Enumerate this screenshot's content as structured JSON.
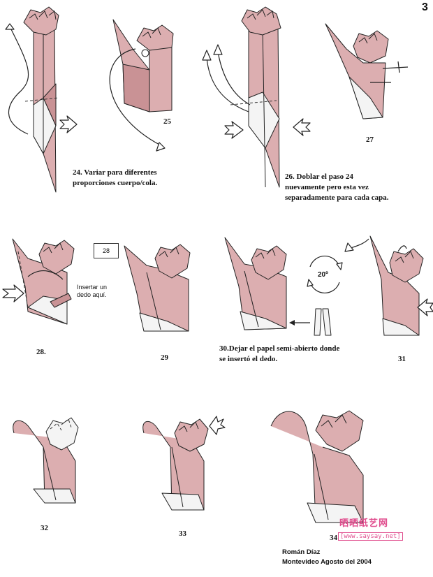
{
  "page_number": "3",
  "steps": {
    "s24": {
      "caption": "24. Variar para diferentes\nproporciones cuerpo/cola."
    },
    "s25": {
      "number": "25"
    },
    "s26": {
      "caption": "26. Doblar el paso 24\nnuevamente pero esta vez\nseparadamente para cada capa."
    },
    "s27": {
      "number": "27"
    },
    "s28": {
      "number": "28.",
      "note": "Insertar un\ndedo aquí."
    },
    "s29": {
      "number": "29",
      "ref_box": "28"
    },
    "s30": {
      "caption": "30.Dejar el papel semi-abierto donde\nse insertó el dedo.",
      "angle": "20º"
    },
    "s31": {
      "number": "31"
    },
    "s32": {
      "number": "32"
    },
    "s33": {
      "number": "33"
    },
    "s34": {
      "number": "34"
    }
  },
  "credits": {
    "author": "Román Díaz",
    "place_date": "Montevideo Agosto del 2004"
  },
  "watermark": {
    "title": "晒晒纸艺网",
    "url": "[www.saysay.net]"
  },
  "colors": {
    "paper": "#dcaeb0",
    "paper_dark": "#c99295",
    "watermark": "#e04e8e"
  }
}
